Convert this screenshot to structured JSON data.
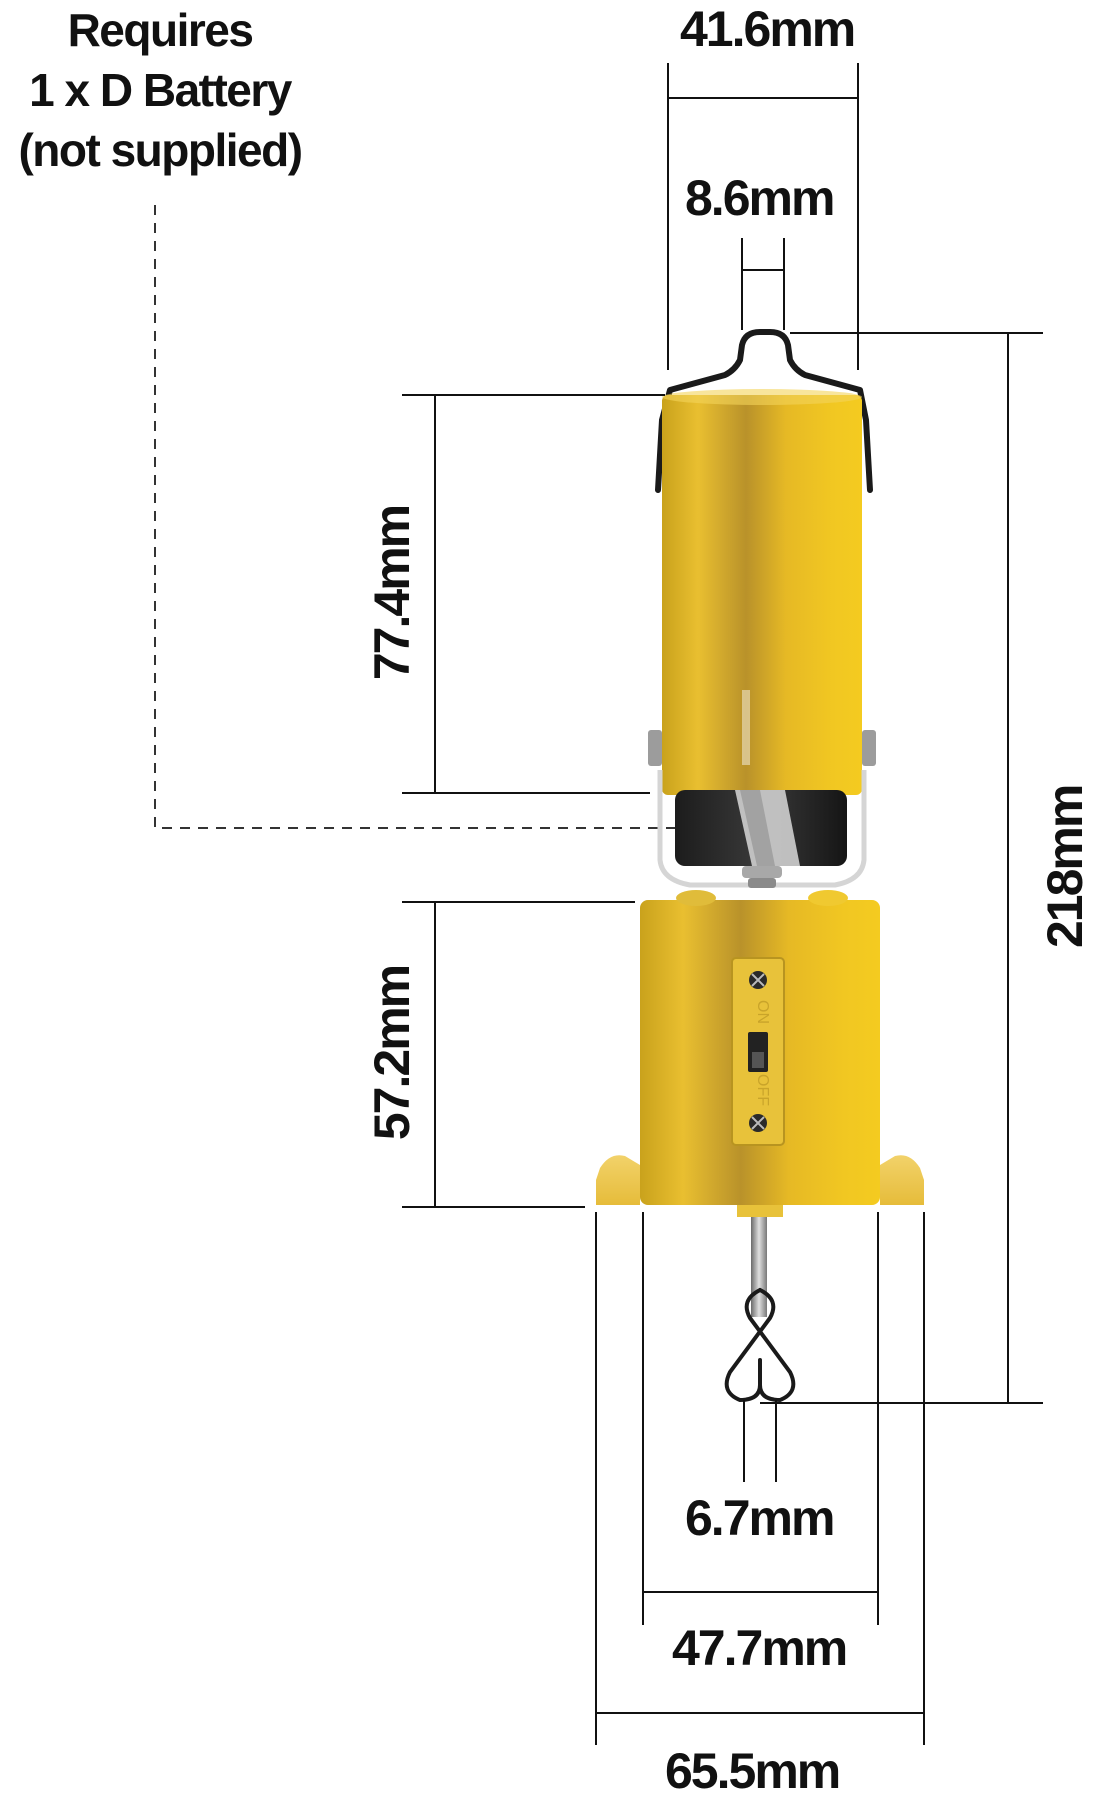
{
  "note": {
    "line1": "Requires",
    "line2": "1 x D Battery",
    "line3": "(not supplied)"
  },
  "dimensions": {
    "top_width": "41.6mm",
    "hook_width": "8.6mm",
    "battery_height": "77.4mm",
    "base_height": "57.2mm",
    "overall_height": "218mm",
    "pin_width": "6.7mm",
    "base_width": "47.7mm",
    "flange_width": "65.5mm"
  },
  "switch": {
    "on": "ON",
    "off": "OFF"
  },
  "colors": {
    "gold": "#e2b72a",
    "gold_dark": "#b08a15",
    "battery": "#2a2a2a",
    "line": "#111111"
  }
}
